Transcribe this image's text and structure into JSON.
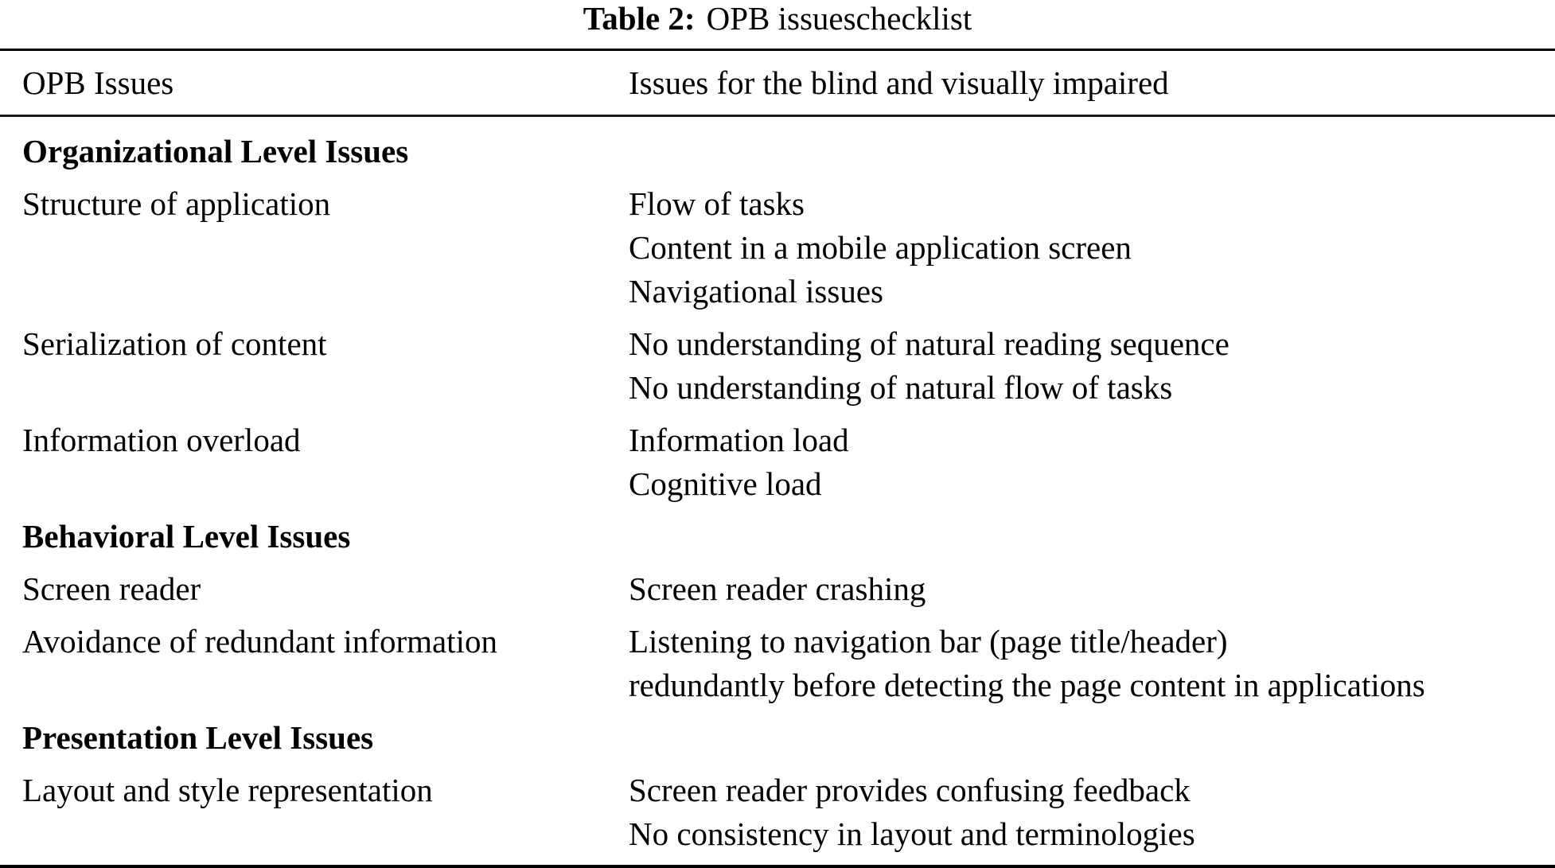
{
  "caption": {
    "label": "Table 2:",
    "text": "OPB issueschecklist"
  },
  "header": {
    "col1": "OPB Issues",
    "col2": "Issues for the blind and visually impaired"
  },
  "sections": [
    {
      "heading": "Organizational Level Issues",
      "rows": [
        {
          "issue": "Structure of application",
          "details": [
            "Flow of tasks",
            "Content in a mobile application screen",
            "Navigational issues"
          ]
        },
        {
          "issue": "Serialization of content",
          "details": [
            "No understanding of natural reading sequence",
            "No understanding of natural flow of tasks"
          ]
        },
        {
          "issue": "Information overload",
          "details": [
            "Information load",
            "Cognitive load"
          ]
        }
      ]
    },
    {
      "heading": "Behavioral Level Issues",
      "rows": [
        {
          "issue": "Screen reader",
          "details": [
            "Screen reader crashing"
          ]
        },
        {
          "issue": "Avoidance of redundant information",
          "details": [
            "Listening to navigation bar (page title/header)",
            "redundantly before detecting the page content in applications"
          ]
        }
      ]
    },
    {
      "heading": "Presentation Level Issues",
      "rows": [
        {
          "issue": "Layout and style representation",
          "details": [
            "Screen reader provides confusing feedback",
            "No consistency in layout and terminologies"
          ]
        }
      ]
    }
  ]
}
